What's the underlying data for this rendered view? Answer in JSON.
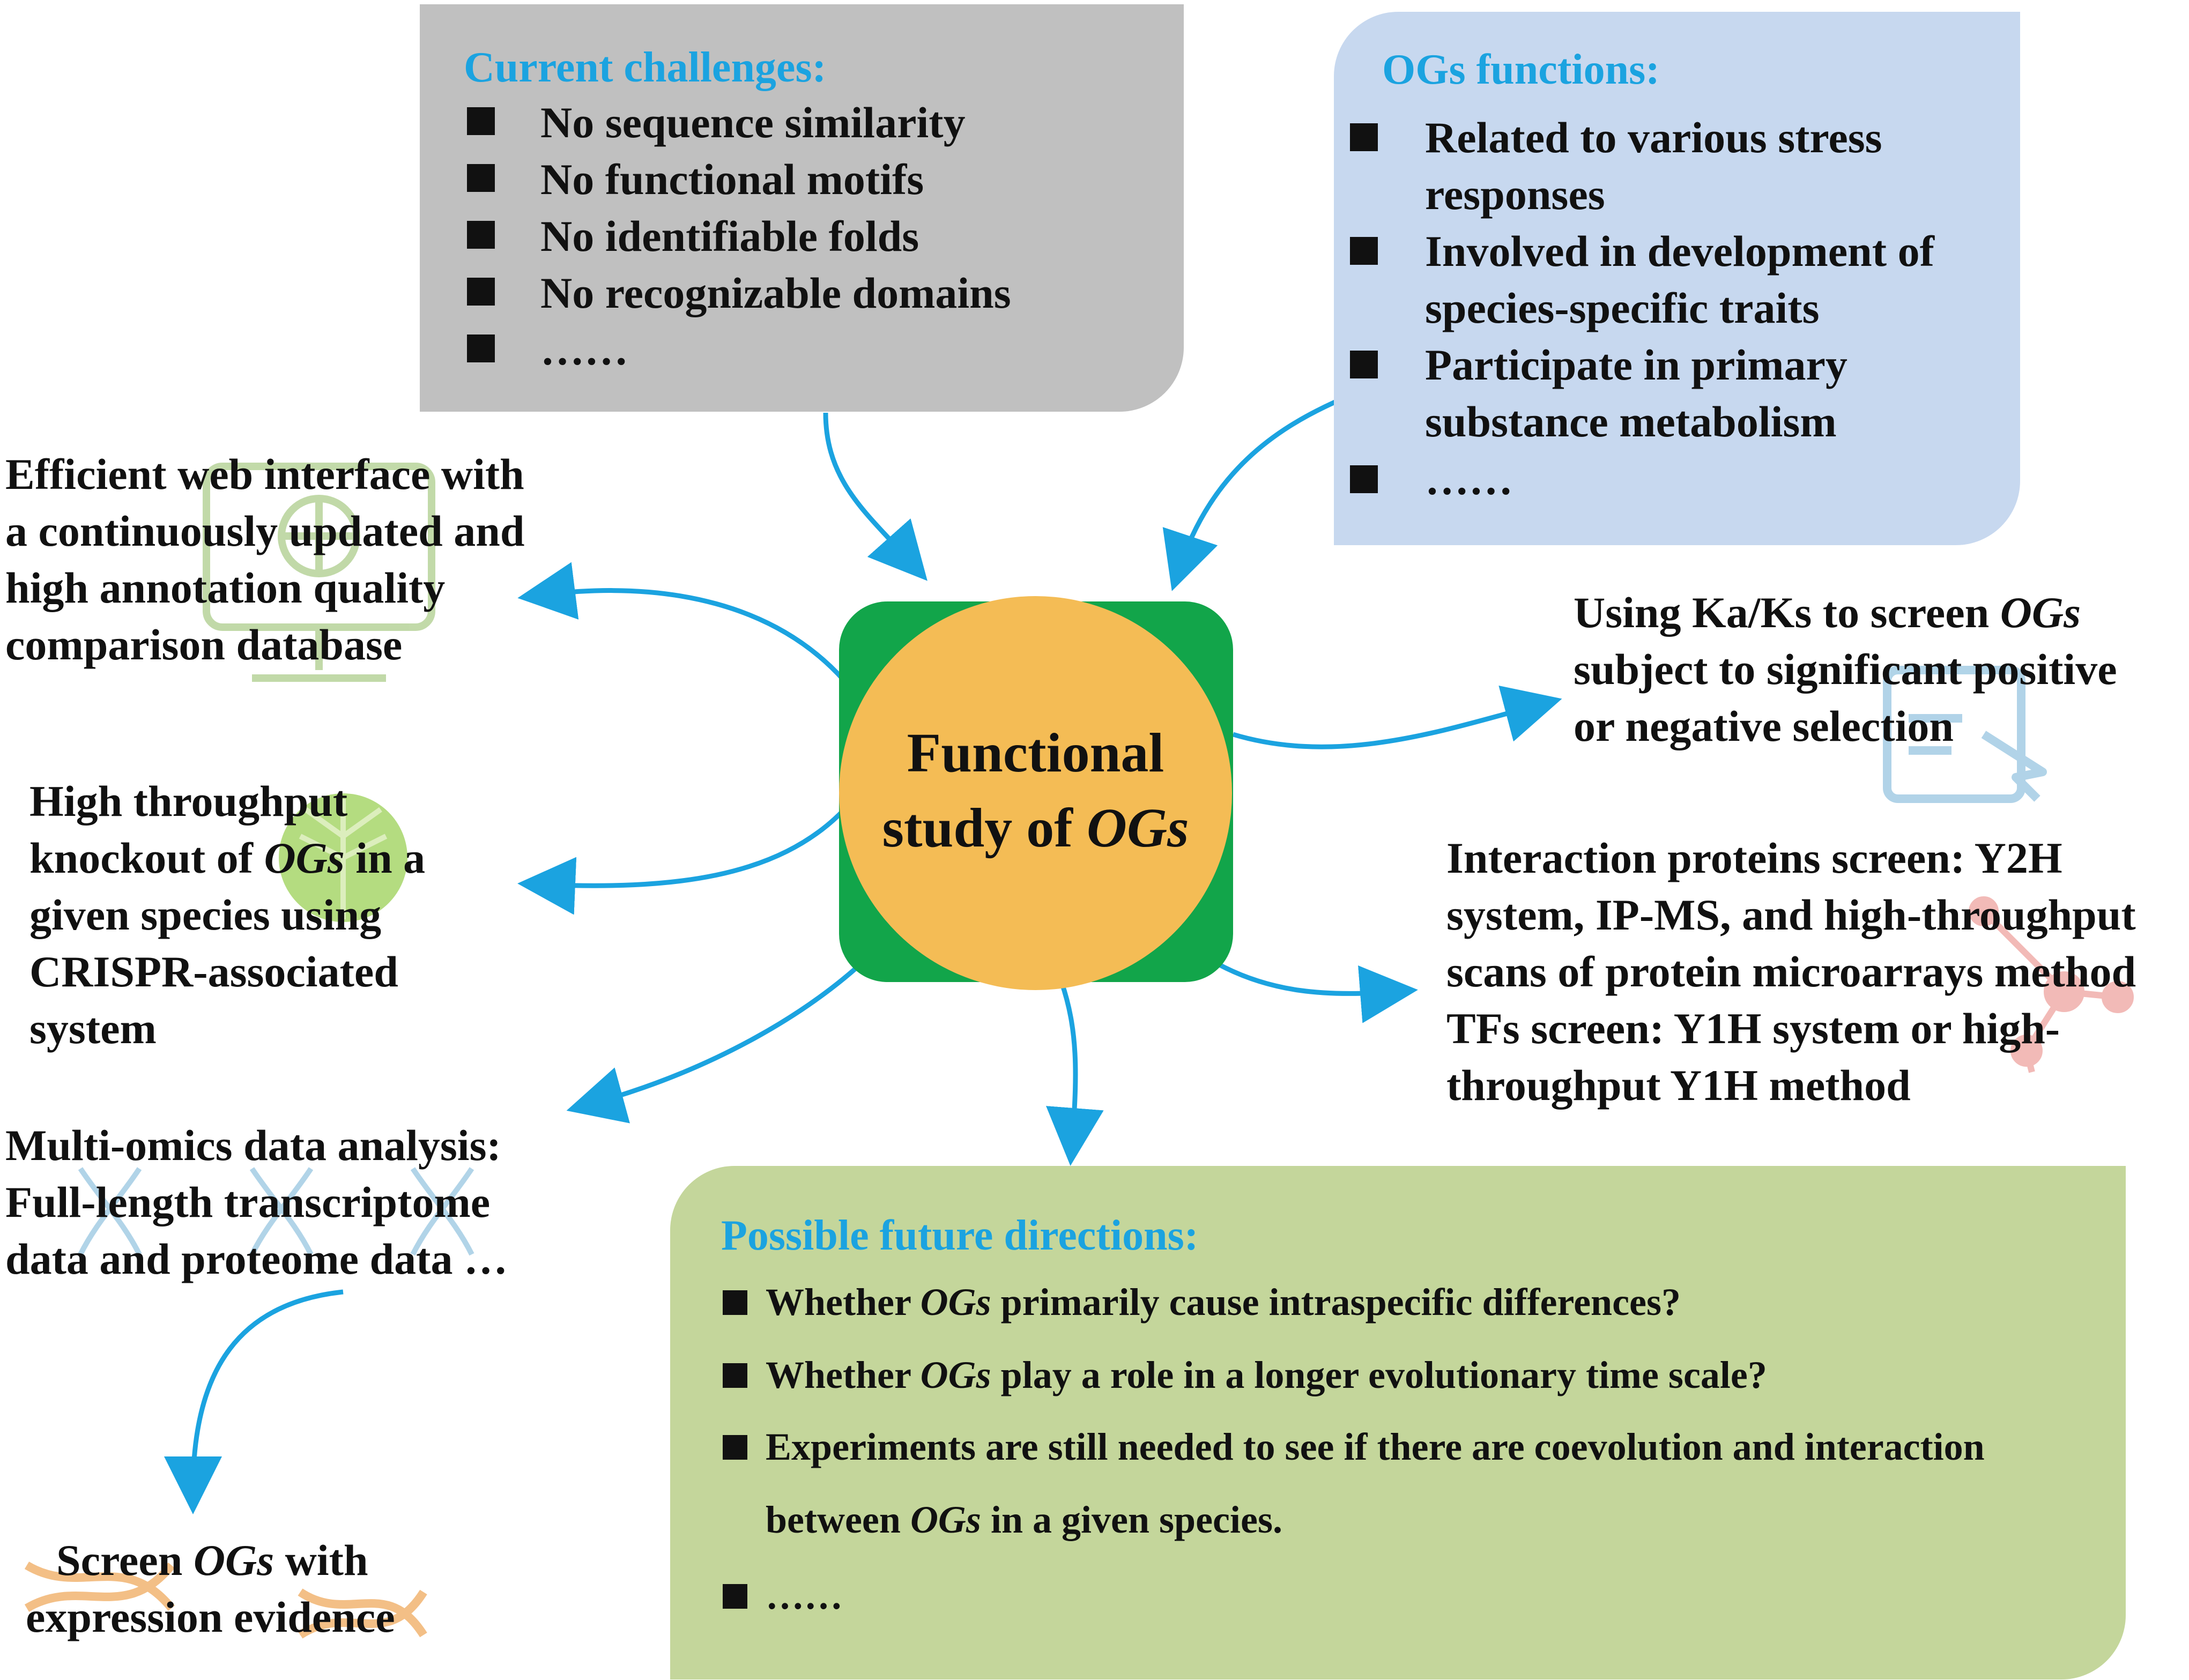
{
  "center": {
    "line1": "Functional",
    "line2_prefix": "study of ",
    "line2_em": "OGs"
  },
  "challenges": {
    "title": "Current challenges:",
    "items": [
      "No sequence similarity",
      "No functional motifs",
      "No identifiable folds",
      "No recognizable domains",
      "……"
    ]
  },
  "functions": {
    "title": "OGs functions:",
    "items": [
      {
        "line1": "Related to various stress",
        "line2": "responses"
      },
      {
        "line1": "Involved in development of",
        "line2": "species-specific traits"
      },
      {
        "line1": "Participate in primary",
        "line2": "substance metabolism"
      },
      {
        "line1": "……",
        "line2": ""
      }
    ]
  },
  "web": {
    "lines": [
      "Efficient web interface with",
      "a continuously updated and",
      "high annotation quality",
      "comparison database"
    ]
  },
  "crispr": {
    "line1": "High throughput",
    "line2_prefix": "knockout of ",
    "line2_em": "OGs",
    "line2_suffix": " in a",
    "line3": "given species using",
    "line4": "CRISPR-associated",
    "line5": "system"
  },
  "multiomics": {
    "lines": [
      "Multi-omics data analysis:",
      "Full-length transcriptome",
      "data and proteome data …"
    ]
  },
  "screen": {
    "line1_prefix": "Screen ",
    "line1_em": "OGs",
    "line1_suffix": " with",
    "line2": "expression evidence"
  },
  "kaks": {
    "line1_prefix": "Using Ka/Ks to screen ",
    "line1_em": "OGs",
    "line2": "subject to significant positive",
    "line3": "or negative selection"
  },
  "interaction": {
    "lines": [
      "Interaction proteins screen: Y2H",
      "system, IP-MS, and high-throughput",
      "scans of protein microarrays method",
      "TFs screen: Y1H system or high-",
      "throughput Y1H method"
    ]
  },
  "future": {
    "title": "Possible future directions:",
    "item1_prefix": "Whether ",
    "item1_em": "OGs",
    "item1_suffix": " primarily cause intraspecific differences?",
    "item2_prefix": "Whether ",
    "item2_em": "OGs",
    "item2_suffix": " play a role in a longer evolutionary time scale?",
    "item3_line1": " Experiments are still needed to see if there are coevolution and interaction",
    "item3_line2_prefix": "between ",
    "item3_line2_em": "OGs",
    "item3_line2_suffix": " in a given species.",
    "item4": "……"
  },
  "colors": {
    "title_blue": "#1ba3e0",
    "arrow_blue": "#1ba3e0",
    "challenges_bg": "#c0c0c0",
    "functions_bg": "#c7d8ef",
    "future_bg": "#c4d69b",
    "center_green": "#12a54a",
    "center_orange": "#f4bc55"
  },
  "icons": [
    "monitor-icon",
    "cabbage-icon",
    "dna-icon",
    "select-cursor-icon",
    "molecule-icon"
  ]
}
